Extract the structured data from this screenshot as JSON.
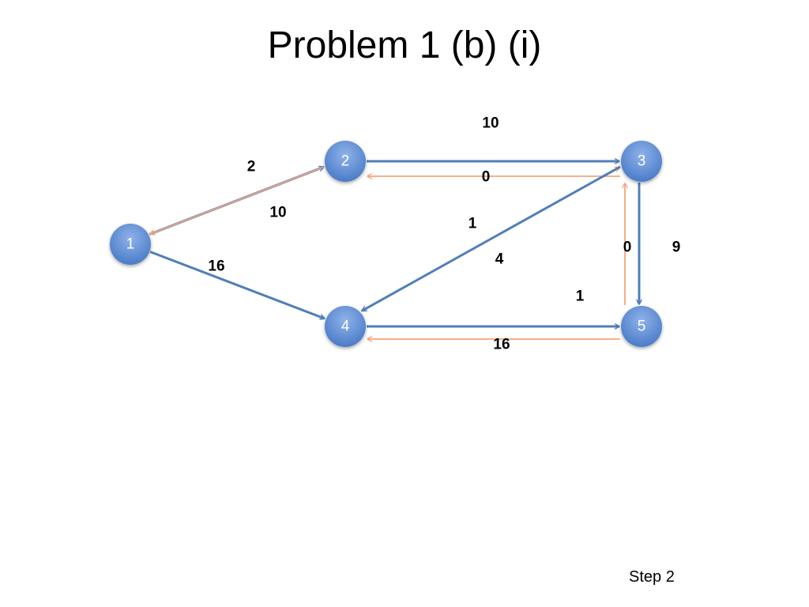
{
  "slide": {
    "title": "Problem 1 (b) (i)",
    "step": "Step 2"
  },
  "colors": {
    "node_fill_light": "#8fb2ea",
    "node_fill_dark": "#4a7cc7",
    "blue_edge": "#4f7fb8",
    "orange_edge": "#f4a47a"
  },
  "graph": {
    "nodes": [
      {
        "id": "1",
        "label": "1"
      },
      {
        "id": "2",
        "label": "2"
      },
      {
        "id": "3",
        "label": "3"
      },
      {
        "id": "4",
        "label": "4"
      },
      {
        "id": "5",
        "label": "5"
      }
    ],
    "edges": [
      {
        "id": "e12",
        "from": "1",
        "to": "2",
        "color": "blue",
        "label": "2"
      },
      {
        "id": "e21",
        "from": "2",
        "to": "1",
        "color": "orange",
        "label": "10"
      },
      {
        "id": "e14",
        "from": "1",
        "to": "4",
        "color": "blue",
        "label": "16"
      },
      {
        "id": "e23",
        "from": "2",
        "to": "3",
        "color": "blue",
        "label": "0"
      },
      {
        "id": "e32",
        "from": "3",
        "to": "2",
        "color": "orange",
        "label": "10"
      },
      {
        "id": "e43",
        "from": "4",
        "to": "3",
        "color": "orange",
        "label": "1"
      },
      {
        "id": "e34",
        "from": "3",
        "to": "4",
        "color": "blue",
        "label": "4"
      },
      {
        "id": "e35",
        "from": "3",
        "to": "5",
        "color": "blue",
        "label": "0"
      },
      {
        "id": "e53",
        "from": "5",
        "to": "3",
        "color": "orange",
        "label": "9"
      },
      {
        "id": "e54",
        "from": "5",
        "to": "4",
        "color": "orange",
        "label": "1"
      },
      {
        "id": "e45",
        "from": "4",
        "to": "5",
        "color": "blue",
        "label": "16"
      }
    ]
  }
}
